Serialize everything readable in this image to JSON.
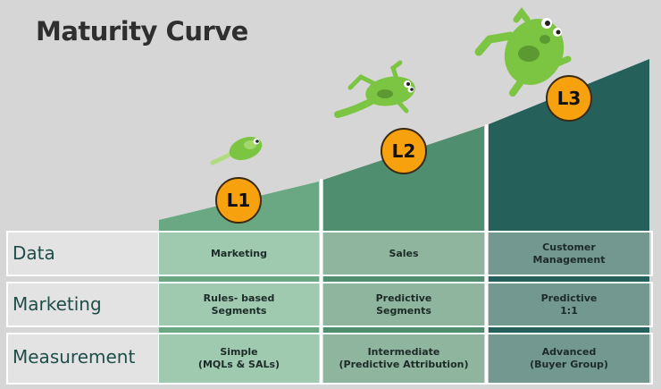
{
  "title": "Maturity Curve",
  "rows": [
    {
      "label": "Data",
      "cells": [
        "Marketing",
        "Sales",
        "Customer\nManagement"
      ]
    },
    {
      "label": "Marketing",
      "cells": [
        "Rules- based\nSegments",
        "Predictive\nSegments",
        "Predictive\n1:1"
      ]
    },
    {
      "label": "Measurement",
      "cells": [
        "Simple\n(MQLs & SALs)",
        "Intermediate\n(Predictive Attribution)",
        "Advanced\n(Buyer Group)"
      ]
    }
  ],
  "levels": [
    "L1",
    "L2",
    "L3"
  ],
  "colors": {
    "col1": "#6aa883",
    "col2": "#4f8e6e",
    "col3": "#25605a",
    "badge": "#f7a10f",
    "frog": "#7cc542"
  },
  "icons": [
    "tadpole-icon",
    "froglet-icon",
    "frog-icon"
  ]
}
